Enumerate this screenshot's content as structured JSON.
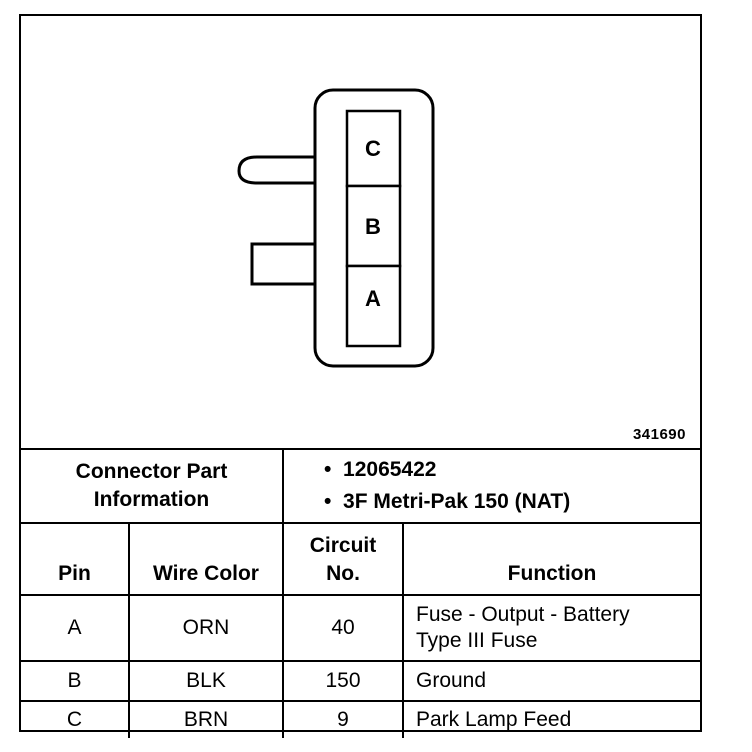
{
  "figure_number": "341690",
  "connector": {
    "pins": [
      "C",
      "B",
      "A"
    ]
  },
  "part_info": {
    "label_line1": "Connector Part",
    "label_line2": "Information",
    "items": [
      "12065422",
      "3F Metri-Pak 150 (NAT)"
    ]
  },
  "table": {
    "headers": {
      "pin": "Pin",
      "wire_color": "Wire Color",
      "circuit_line1": "Circuit",
      "circuit_line2": "No.",
      "function": "Function"
    },
    "rows": [
      {
        "pin": "A",
        "wire_color": "ORN",
        "circuit": "40",
        "function_line1": "Fuse - Output - Battery",
        "function_line2": "Type III Fuse"
      },
      {
        "pin": "B",
        "wire_color": "BLK",
        "circuit": "150",
        "function_line1": "Ground",
        "function_line2": ""
      },
      {
        "pin": "C",
        "wire_color": "BRN",
        "circuit": "9",
        "function_line1": "Park Lamp Feed",
        "function_line2": ""
      }
    ]
  }
}
